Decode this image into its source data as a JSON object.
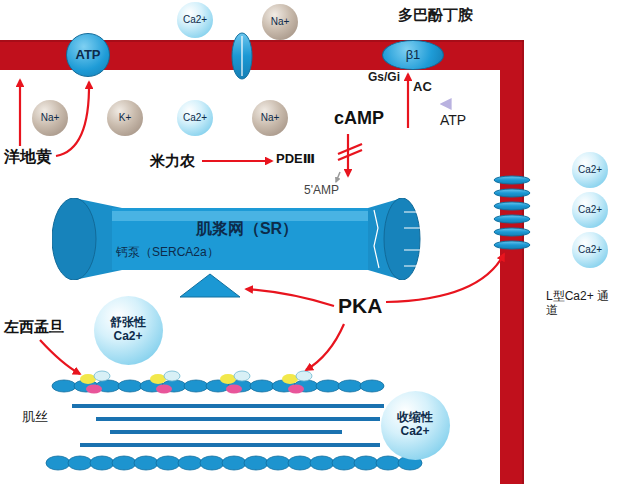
{
  "diagram": {
    "nodes": [
      {
        "text": [
          "Ca2+"
        ]
      },
      {
        "text": [
          "Na+"
        ]
      },
      {
        "text": [
          "ATP"
        ]
      },
      {
        "text": [
          "β1"
        ]
      },
      {
        "text": [
          "Na+"
        ]
      },
      {
        "text": [
          "K+"
        ]
      },
      {
        "text": [
          "Ca2+"
        ]
      },
      {
        "text": [
          "Na+"
        ]
      },
      {
        "text": [
          "Ca2+"
        ]
      },
      {
        "text": [
          "Ca2+"
        ]
      },
      {
        "text": [
          "Ca2+"
        ]
      },
      {
        "text": [
          "肌浆网（SR）",
          "钙泵（SERCA2a）"
        ]
      },
      {
        "text": [
          "舒张性 Ca2+"
        ]
      },
      {
        "text": [
          "收缩性 Ca2+"
        ]
      }
    ],
    "labels": [
      "多巴酚丁胺",
      "Gs/Gi",
      "AC",
      "cAMP",
      "ATP",
      "洋地黄",
      "米力农",
      "PDEⅢ",
      "5'AMP",
      "PKA",
      "L型Ca2+ 通道",
      "左西孟旦",
      "肌丝"
    ]
  }
}
